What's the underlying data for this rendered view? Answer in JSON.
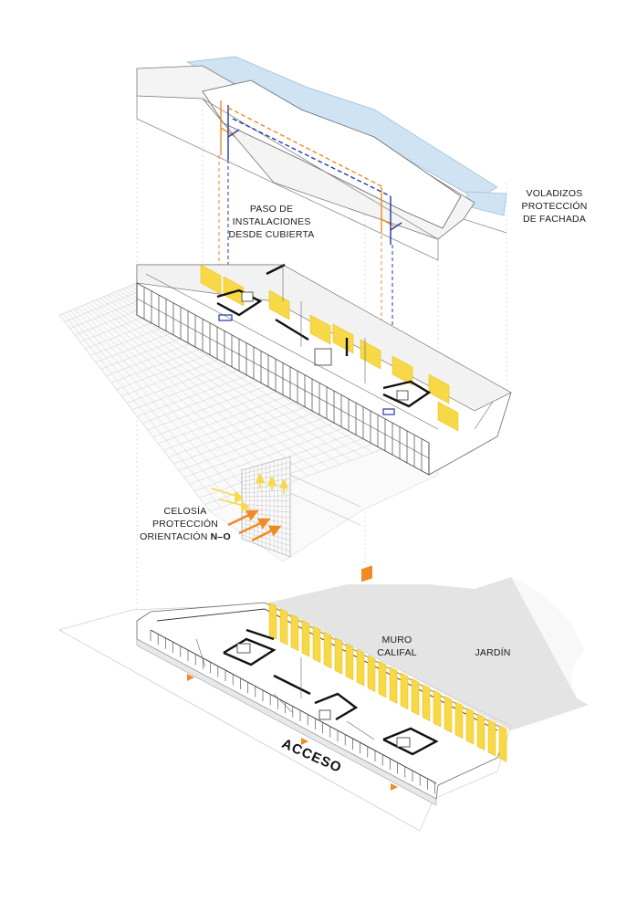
{
  "labels": {
    "voladizos": [
      "VOLADIZOS",
      "PROTECCIÓN",
      "DE FACHADA"
    ],
    "paso": [
      "PASO DE",
      "INSTALACIONES",
      "DESDE CUBIERTA"
    ],
    "celosia": [
      "CELOSÍA",
      "PROTECCIÓN"
    ],
    "orientacion_prefix": "ORIENTACIÓN ",
    "orientacion_bold": "N–O",
    "muro": [
      "MURO",
      "CALIFAL"
    ],
    "jardin": "JARDÍN",
    "acceso": "ACCESO"
  },
  "colors": {
    "line": "#555555",
    "thin": "#9a9a9a",
    "ghost": "#c8c8c8",
    "garden": "#e4e4e4",
    "yellow": "#f7d948",
    "yellow_dark": "#e9b800",
    "orange": "#f08a24",
    "blue": "#1f3aa8",
    "sky": "#cfe3f2"
  },
  "icons": [
    "light-arrow-icon",
    "access-arrow-icon"
  ]
}
